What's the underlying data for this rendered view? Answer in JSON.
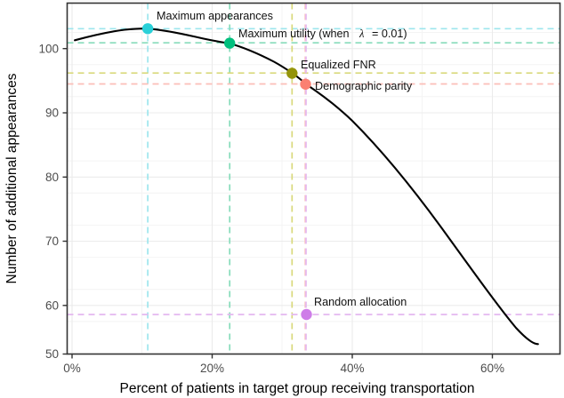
{
  "chart_data": {
    "type": "line",
    "title": "",
    "xlabel": "Percent of patients in target group receiving transportation",
    "ylabel": "Number of additional appearances",
    "xlim": [
      -1,
      69.8
    ],
    "ylim": [
      50,
      104.6
    ],
    "xticks": [
      "0%",
      "20%",
      "40%",
      "60%"
    ],
    "xtick_values": [
      0,
      20,
      40,
      60
    ],
    "yticks": [
      "50",
      "60",
      "70",
      "80",
      "90",
      "100"
    ],
    "ytick_values": [
      50,
      60,
      70,
      80,
      90,
      100
    ],
    "grid": true,
    "legend": "none",
    "curve_note": "Concave curve of additional appearances vs percent receiving transportation",
    "curve_points": [
      {
        "x": 0.4,
        "y": 99.4
      },
      {
        "x": 2.0,
        "y": 100.1
      },
      {
        "x": 4.0,
        "y": 100.6
      },
      {
        "x": 6.0,
        "y": 101.0
      },
      {
        "x": 8.0,
        "y": 101.2
      },
      {
        "x": 10.0,
        "y": 101.3
      },
      {
        "x": 10.8,
        "y": 101.35
      },
      {
        "x": 12.0,
        "y": 101.3
      },
      {
        "x": 14.0,
        "y": 101.1
      },
      {
        "x": 16.0,
        "y": 100.8
      },
      {
        "x": 18.0,
        "y": 100.4
      },
      {
        "x": 20.0,
        "y": 99.9
      },
      {
        "x": 22.5,
        "y": 99.1
      },
      {
        "x": 25.0,
        "y": 98.1
      },
      {
        "x": 27.5,
        "y": 96.9
      },
      {
        "x": 30.0,
        "y": 95.5
      },
      {
        "x": 31.5,
        "y": 94.5
      },
      {
        "x": 33.3,
        "y": 93.2
      },
      {
        "x": 35.0,
        "y": 91.9
      },
      {
        "x": 37.5,
        "y": 89.8
      },
      {
        "x": 40.0,
        "y": 87.5
      },
      {
        "x": 45.0,
        "y": 82.2
      },
      {
        "x": 50.0,
        "y": 76.2
      },
      {
        "x": 55.0,
        "y": 69.5
      },
      {
        "x": 60.0,
        "y": 62.3
      },
      {
        "x": 63.0,
        "y": 57.7
      },
      {
        "x": 66.5,
        "y": 52.3
      }
    ],
    "points": [
      {
        "label": "Maximum appearances",
        "x": 10.8,
        "y": 101.3,
        "color": "#29D0D8",
        "line_color": "#A6E8EE"
      },
      {
        "label": "Maximum utility (when ",
        "label_suffix": " = 0.01)",
        "label_math": "λ",
        "x": 22.5,
        "y": 99.1,
        "color": "#00BF7D",
        "line_color": "#9FE3C6"
      },
      {
        "label": "Equalized FNR",
        "x": 31.4,
        "y": 94.4,
        "color": "#94940B",
        "line_color": "#DEDE8A"
      },
      {
        "label": "Demographic parity",
        "x": 33.3,
        "y": 92.7,
        "color": "#FA8072",
        "line_color": "#FBC3BC"
      },
      {
        "label": "Random allocation",
        "x": 33.4,
        "y": 56.3,
        "color": "#CE7DE8",
        "line_color": "#E6BDF2"
      }
    ],
    "hlines": [
      101.3,
      99.1,
      94.4,
      92.7,
      56.3
    ],
    "vlines": [
      10.8,
      22.5,
      31.4,
      33.3,
      33.4
    ]
  },
  "annotations": {
    "max_appearances": "Maximum appearances",
    "max_utility_pre": "Maximum utility (when",
    "max_utility_lambda": "λ",
    "max_utility_post": "= 0.01)",
    "equalized_fnr": "Equalized FNR",
    "demographic_parity": "Demographic parity",
    "random_allocation": "Random allocation"
  },
  "axes": {
    "x_label": "Percent of patients in target group receiving transportation",
    "y_label": "Number of additional appearances",
    "x_tick_0": "0%",
    "x_tick_1": "20%",
    "x_tick_2": "40%",
    "x_tick_3": "60%",
    "y_tick_0": "50",
    "y_tick_1": "60",
    "y_tick_2": "70",
    "y_tick_3": "80",
    "y_tick_4": "90",
    "y_tick_5": "100"
  },
  "colors": {
    "panel_bg": "#ffffff",
    "grid_major": "#ebebeb",
    "grid_minor": "#f5f5f5",
    "panel_border": "#333333",
    "curve": "#000000",
    "max_appearances": "#29D0D8",
    "max_utility": "#00BF7D",
    "equalized_fnr": "#94940B",
    "demographic_parity": "#FA8072",
    "random_allocation": "#CE7DE8"
  }
}
